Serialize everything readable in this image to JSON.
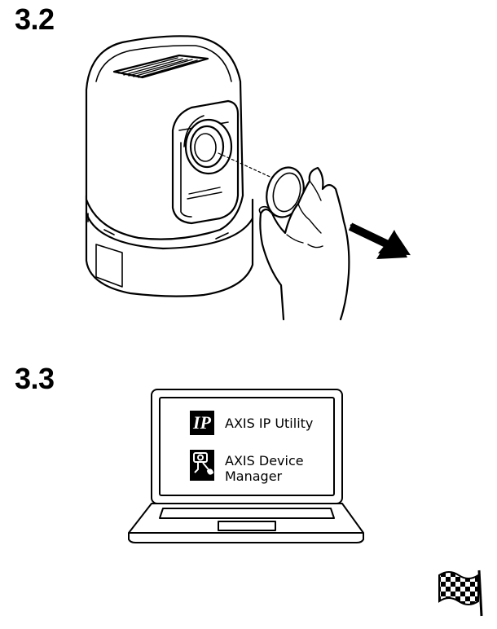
{
  "steps": [
    {
      "number": "3.2"
    },
    {
      "number": "3.3"
    }
  ],
  "laptop": {
    "apps": [
      {
        "icon_text": "IP",
        "label": "AXIS IP Utility",
        "icon": "ip-utility-icon"
      },
      {
        "label_line1": "AXIS Device",
        "label_line2": "Manager",
        "icon": "device-manager-icon"
      }
    ]
  },
  "icons": {
    "finish": "checkered-flag-icon",
    "direction": "arrow-icon"
  },
  "colors": {
    "ink": "#000000",
    "background": "#ffffff"
  }
}
